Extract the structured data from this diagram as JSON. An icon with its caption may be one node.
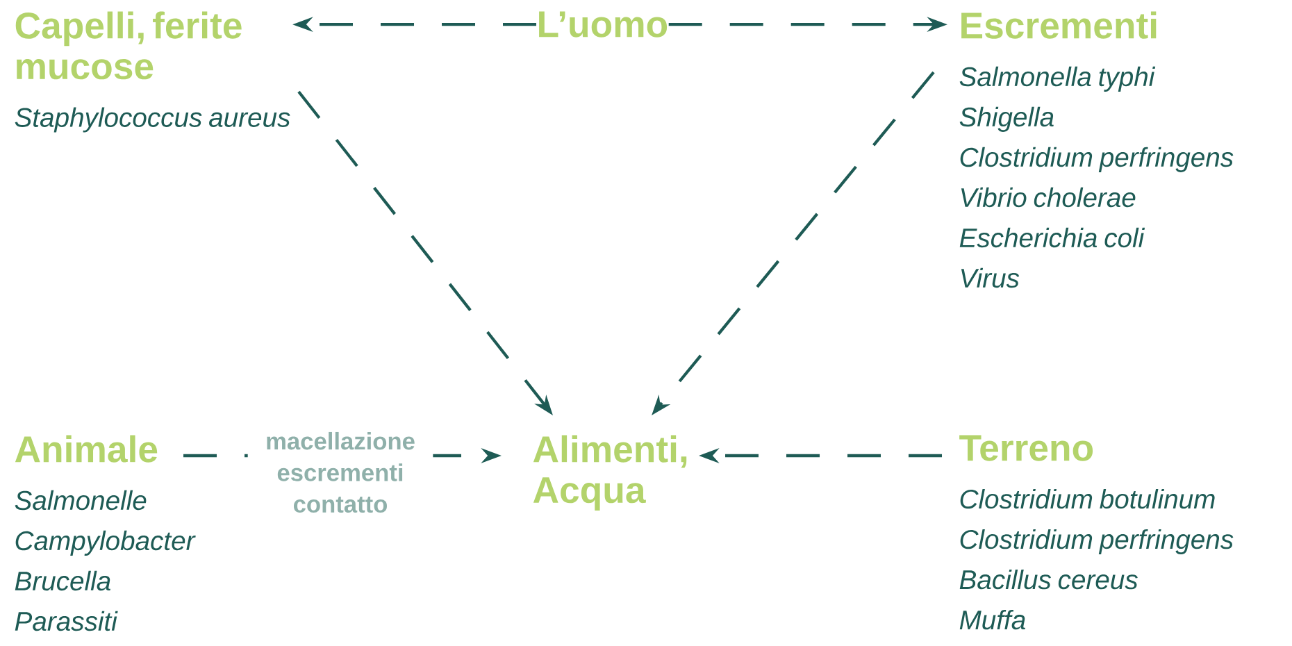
{
  "diagram": {
    "nodes": [
      {
        "text": [
          "L’uomo"
        ]
      },
      {
        "text": [
          "Capelli, ferite mucose",
          "Staphylococcus aureus"
        ]
      },
      {
        "text": [
          "Escrementi",
          "Salmonella typhi",
          "Shigella",
          "Clostridium perfringens",
          "Vibrio cholerae",
          "Escherichia coli",
          "Virus"
        ]
      },
      {
        "text": [
          "Animale",
          "Salmonelle",
          "Campylobacter",
          "Brucella",
          "Parassiti"
        ]
      },
      {
        "text": [
          "Alimenti, Acqua"
        ]
      },
      {
        "text": [
          "Terreno",
          "Clostridium botulinum",
          "Clostridium perfringens",
          "Bacillus cereus",
          "Muffa"
        ]
      }
    ],
    "edges": [
      {
        "from": 0,
        "to": 1,
        "arrow": "to"
      },
      {
        "from": 0,
        "to": 2,
        "arrow": "to"
      },
      {
        "from": 1,
        "to": 4,
        "arrow": "to"
      },
      {
        "from": 2,
        "to": 4,
        "arrow": "to"
      },
      {
        "from": 3,
        "to": 4,
        "arrow": "to",
        "label": "macellazione escrementi contatto"
      },
      {
        "from": 5,
        "to": 4,
        "arrow": "to"
      }
    ]
  }
}
